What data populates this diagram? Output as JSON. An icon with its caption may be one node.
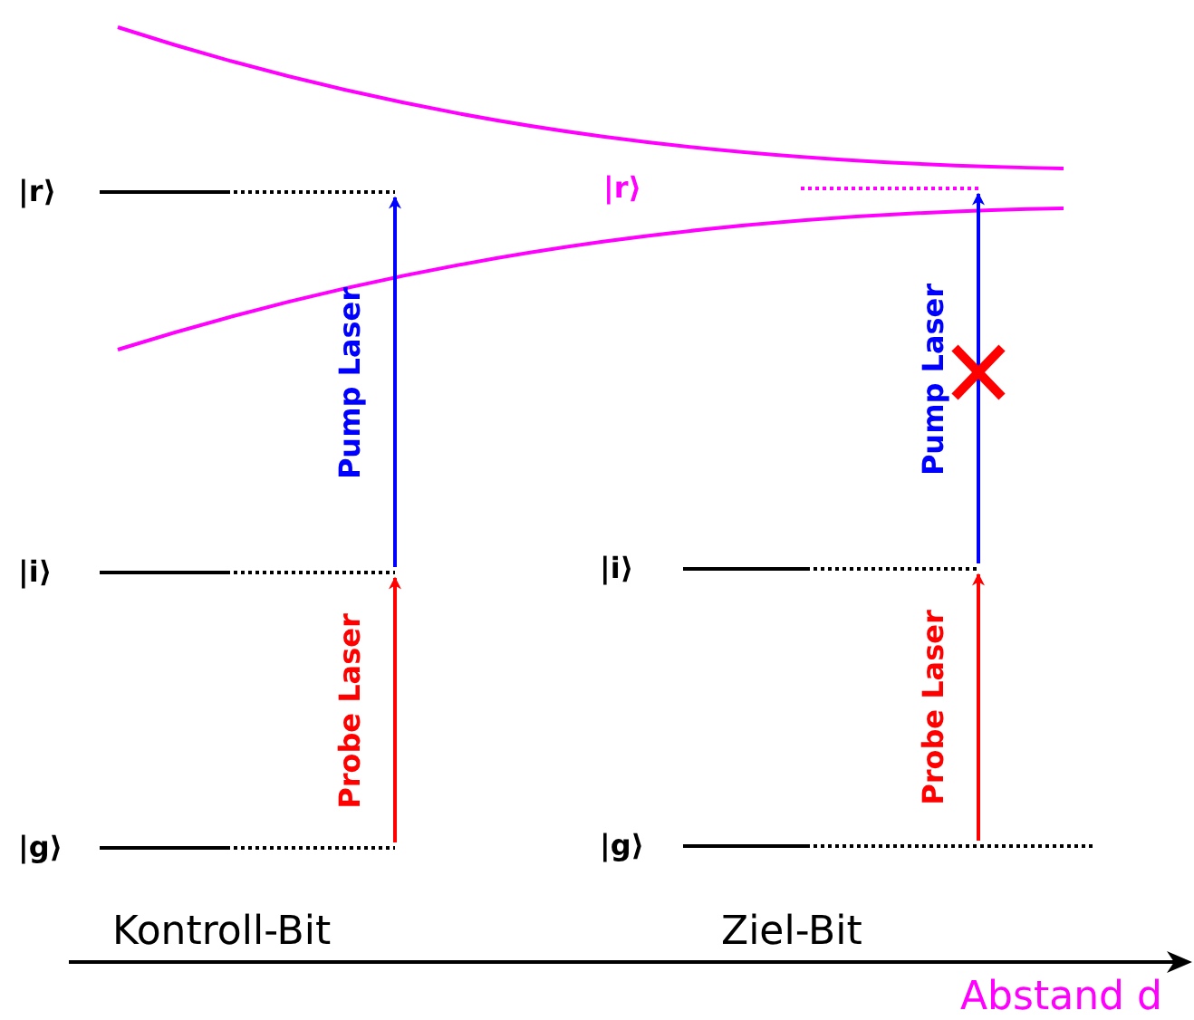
{
  "diagram": {
    "nodes": [
      {
        "text": [],
        "shape": "bar",
        "beside": [
          "|g⟩"
        ]
      },
      {
        "text": [],
        "shape": "bar",
        "beside": [
          "|i⟩"
        ]
      },
      {
        "text": [],
        "shape": "bar",
        "beside": [
          "|r⟩"
        ]
      },
      {
        "text": [],
        "shape": "bar",
        "beside": [
          "|g⟩"
        ]
      },
      {
        "text": [],
        "shape": "bar",
        "beside": [
          "|i⟩"
        ]
      },
      {
        "text": [],
        "shape": "bar"
      }
    ],
    "edges": [
      {
        "from": 0,
        "to": 1,
        "arrow": "to",
        "label": "Probe Laser",
        "color": "#ff0000"
      },
      {
        "from": 1,
        "to": 2,
        "arrow": "to",
        "label": "Pump Laser",
        "color": "#0000ff"
      },
      {
        "from": 3,
        "to": 4,
        "arrow": "to",
        "label": "Probe Laser",
        "color": "#ff0000"
      },
      {
        "from": 4,
        "to": 5,
        "arrow": "to",
        "label": "Pump Laser",
        "color": "#0000ff"
      }
    ],
    "labels": [
      "|r⟩",
      "Kontroll-Bit",
      "Ziel-Bit",
      "Abstand d"
    ]
  }
}
